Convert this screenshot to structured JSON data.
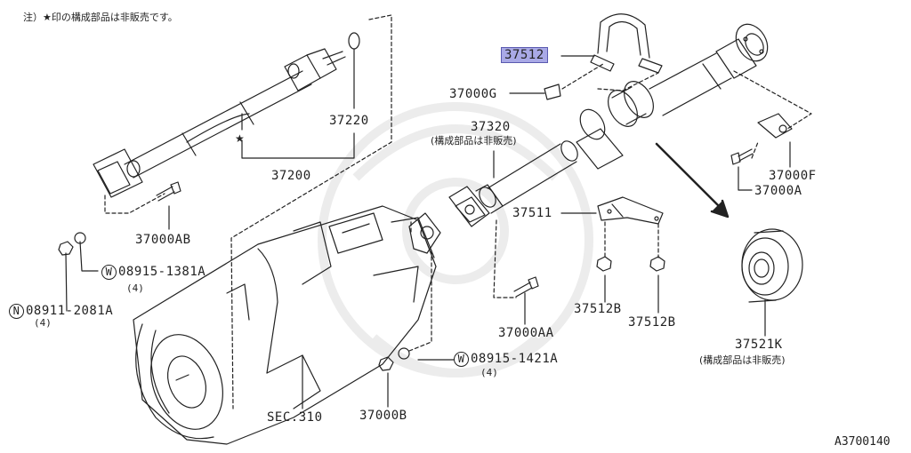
{
  "note": "注）★印の構成部品は非販売です。",
  "parts": {
    "p37220": "37220",
    "p37200": "37200",
    "p37000AB": "37000AB",
    "w1381": {
      "prefix": "W",
      "number": "08915-1381A",
      "qty": "(4)"
    },
    "n2081": {
      "prefix": "N",
      "number": "08911-2081A",
      "qty": "(4)"
    },
    "p37512_selected": "37512",
    "p37000G": "37000G",
    "p37320": "37320",
    "p37320_note": "(構成部品は非販売)",
    "p37511": "37511",
    "p37000F": "37000F",
    "p37000A": "37000A",
    "p37512B_1": "37512B",
    "p37512B_2": "37512B",
    "p37000AA": "37000AA",
    "w1421": {
      "prefix": "W",
      "number": "08915-1421A",
      "qty": "(4)"
    },
    "p37000B": "37000B",
    "sec310": "SEC.310",
    "p37521K": "37521K",
    "p37521K_note": "(構成部品は非販売)"
  },
  "diagram_id": "A3700140",
  "colors": {
    "highlight": "#a9a9e6",
    "line": "#222222",
    "watermark": "#ececec"
  }
}
